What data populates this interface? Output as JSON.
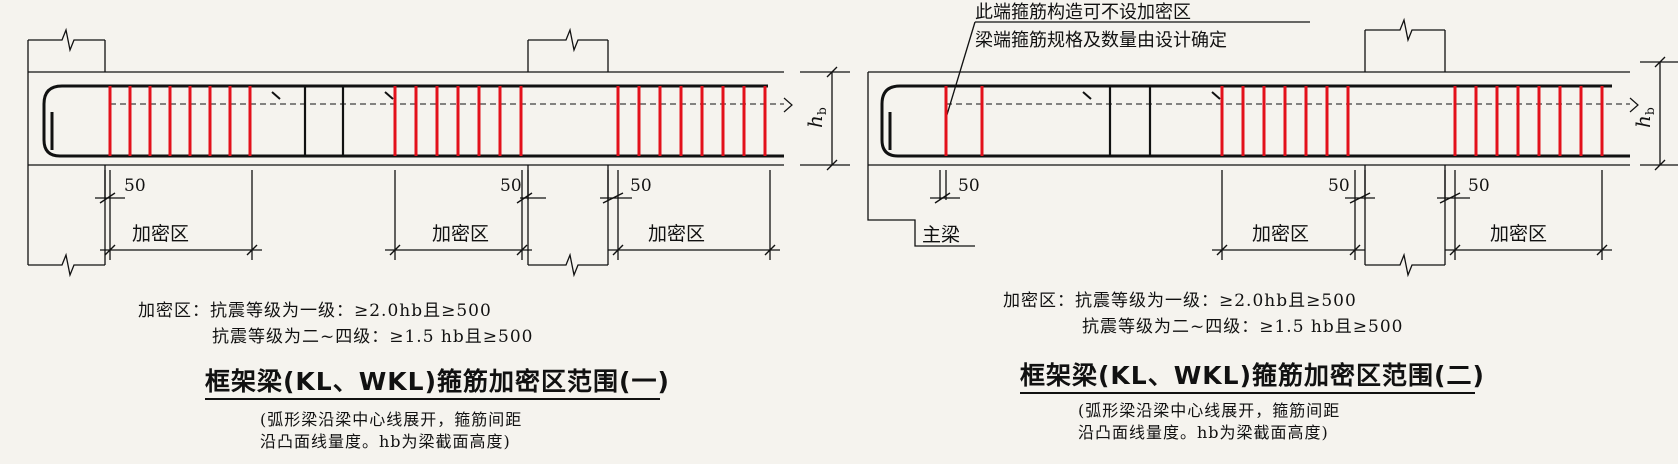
{
  "colors": {
    "ink": "#111111",
    "stirrup": "#e3101b",
    "paper": "#f5f3ee"
  },
  "diagram1": {
    "dim_50_a": "50",
    "dim_50_b": "50",
    "dim_50_c": "50",
    "zone_label_a": "加密区",
    "zone_label_b": "加密区",
    "zone_label_c": "加密区",
    "hb_main": "h",
    "hb_sub": "b",
    "req_line1": "加密区：抗震等级为一级：≥2.0hb且≥500",
    "req_line2": "抗震等级为二~四级：≥1.5 hb且≥500",
    "title": "框架梁(KL、WKL)箍筋加密区范围(一)",
    "note_line1": "(弧形梁沿梁中心线展开，箍筋间距",
    "note_line2": "沿凸面线量度。hb为梁截面高度)"
  },
  "diagram2": {
    "callout_line1": "此端箍筋构造可不设加密区",
    "callout_line2": "梁端箍筋规格及数量由设计确定",
    "main_beam_label": "主梁",
    "dim_50_a": "50",
    "dim_50_b": "50",
    "dim_50_c": "50",
    "zone_label_a": "加密区",
    "zone_label_b": "加密区",
    "hb_main": "h",
    "hb_sub": "b",
    "req_line1": "加密区：抗震等级为一级：≥2.0hb且≥500",
    "req_line2": "抗震等级为二~四级：≥1.5 hb且≥500",
    "title": "框架梁(KL、WKL)箍筋加密区范围(二)",
    "note_line1": "(弧形梁沿梁中心线展开，箍筋间距",
    "note_line2": "沿凸面线量度。hb为梁截面高度)"
  }
}
